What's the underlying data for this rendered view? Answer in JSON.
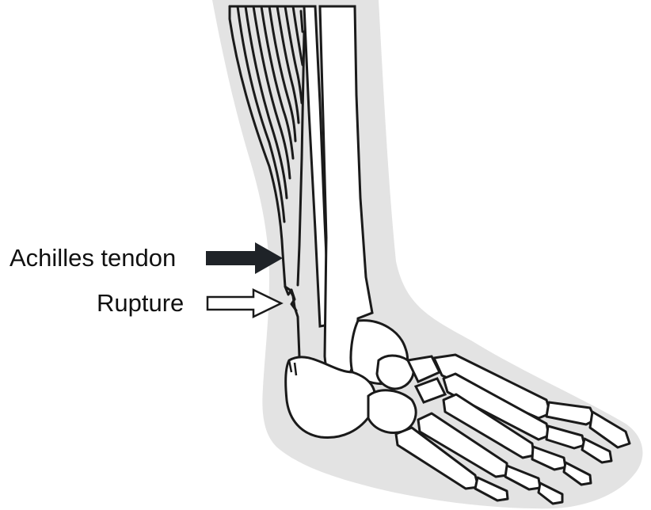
{
  "labels": {
    "tendon": "Achilles tendon",
    "rupture": "Rupture"
  },
  "colors": {
    "silhouette": "#e3e3e3",
    "bone_fill": "#ffffff",
    "outline": "#1a1a1a",
    "arrow_solid": "#1f2328",
    "arrow_hollow": "#ffffff"
  },
  "icons": {
    "tendon_pointer": "arrow-right-solid",
    "rupture_pointer": "arrow-right-outline"
  }
}
